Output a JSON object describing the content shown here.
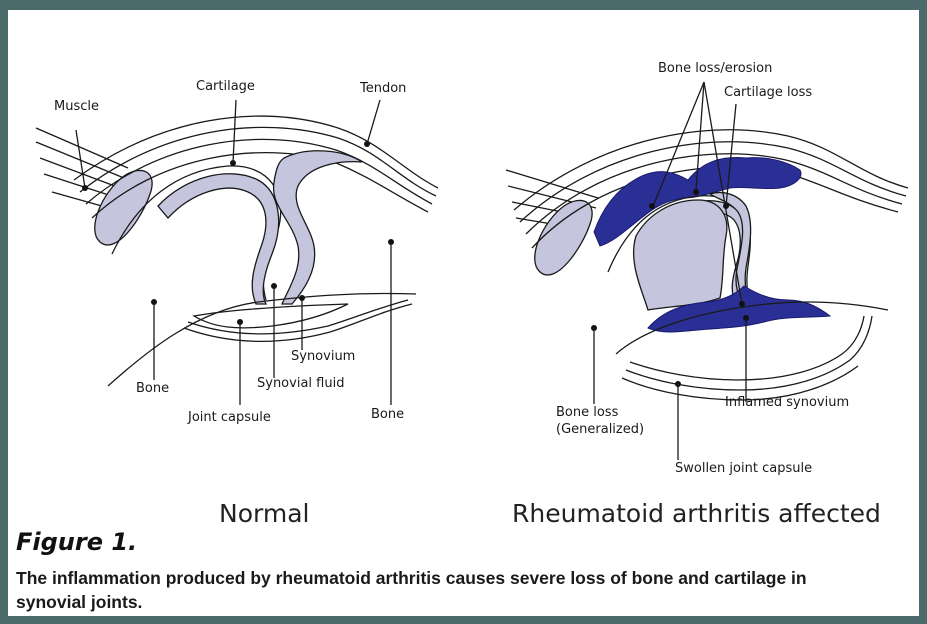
{
  "figure": {
    "label": "Figure 1.",
    "caption": "The inflammation produced by rheumatoid arthritis causes severe loss of bone and cartilage in synovial joints."
  },
  "normal": {
    "title": "Normal",
    "labels": {
      "muscle": "Muscle",
      "cartilage": "Cartilage",
      "tendon": "Tendon",
      "bone_left": "Bone",
      "bone_right": "Bone",
      "joint_capsule": "Joint capsule",
      "synovial_fluid": "Synovial fluid",
      "synovium": "Synovium"
    }
  },
  "affected": {
    "title": "Rheumatoid arthritis affected",
    "labels": {
      "bone_loss_erosion": "Bone loss/erosion",
      "cartilage_loss": "Cartilage loss",
      "bone_loss_generalized_1": "Bone loss",
      "bone_loss_generalized_2": "(Generalized)",
      "inflamed_synovium": "Inflamed synovium",
      "swollen_joint_capsule": "Swollen joint capsule"
    }
  },
  "colors": {
    "border": "#4b6a6a",
    "cartilage_fill": "#c5c5de",
    "inflamed_fill": "#2a2f96",
    "line": "#1a1a1a"
  }
}
